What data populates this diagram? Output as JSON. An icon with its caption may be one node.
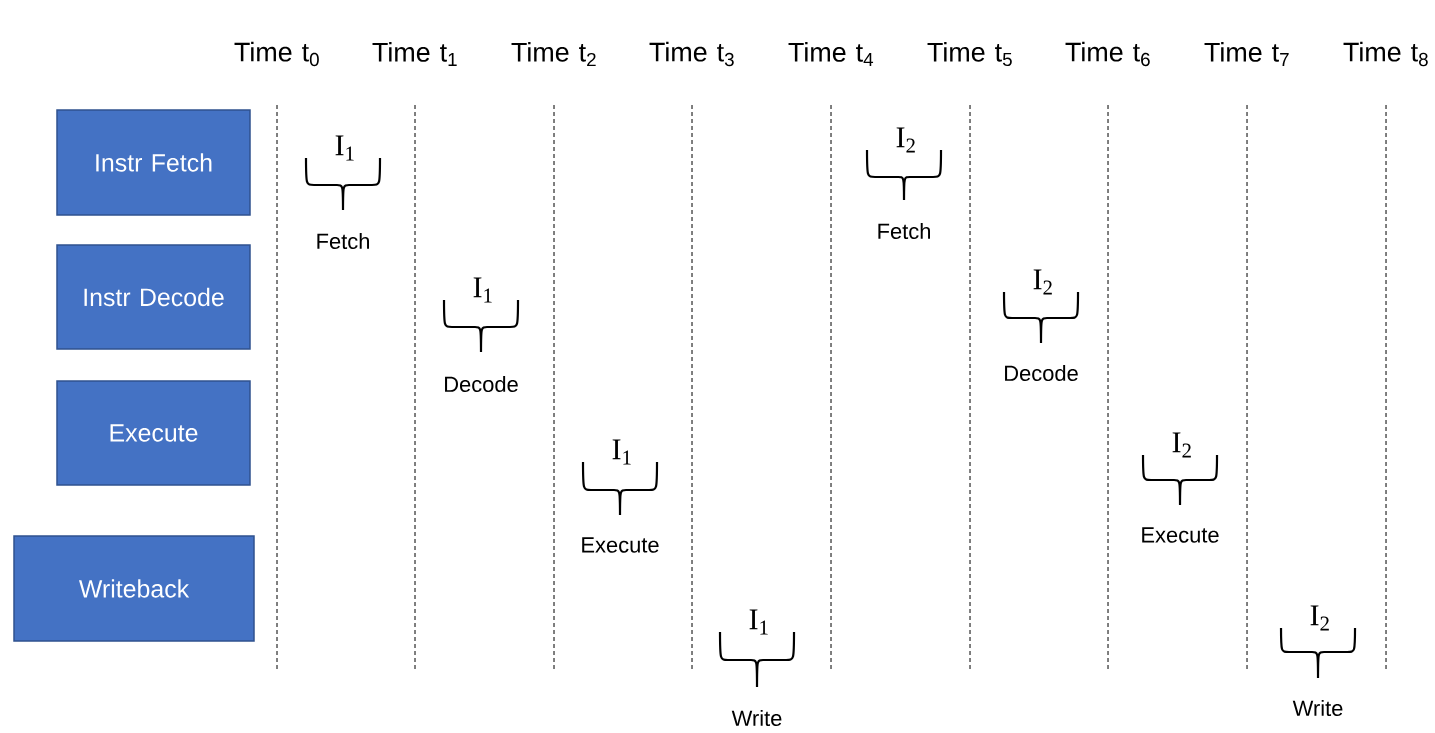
{
  "diagram": {
    "nodes": [
      {
        "text": [
          "Instr Fetch"
        ]
      },
      {
        "text": [
          "Instr Decode"
        ]
      },
      {
        "text": [
          "Execute"
        ]
      },
      {
        "text": [
          "Writeback"
        ]
      }
    ],
    "labels": [
      "Time t$_{0}$",
      "Time t$_{1}$",
      "Time t$_{2}$",
      "Time t$_{3}$",
      "Time t$_{4}$",
      "Time t$_{5}$",
      "Time t$_{6}$",
      "Time t$_{7}$",
      "Time t$_{8}$",
      "I$_{1}$",
      "Fetch",
      "I$_{1}$",
      "Decode",
      "I$_{1}$",
      "Execute",
      "I$_{1}$",
      "Write",
      "I$_{2}$",
      "Fetch",
      "I$_{2}$",
      "Decode",
      "I$_{2}$",
      "Execute",
      "I$_{2}$",
      "Write"
    ]
  }
}
